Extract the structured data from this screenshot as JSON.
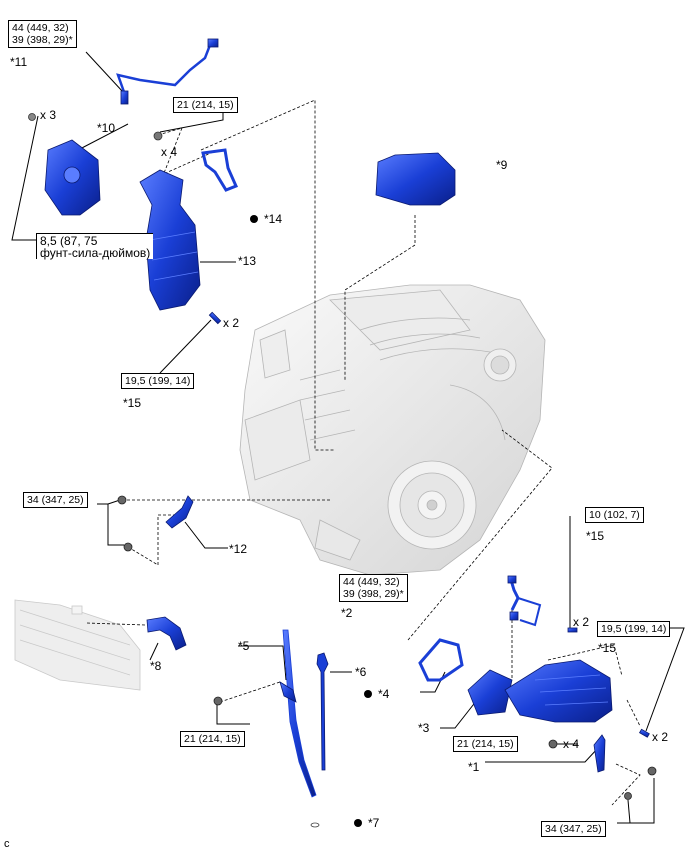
{
  "torque": {
    "t11_line1": "44 (449, 32)",
    "t11_line2": "39 (398, 29)*",
    "t21_top": "21 (214, 15)",
    "t85_line1": "8,5 (87, 75",
    "t85_line2": "фунт-сила-дюймов)",
    "t195_left": "19,5 (199, 14)",
    "t34_left": "34 (347, 25)",
    "t10_right": "10 (102, 7)",
    "t2_line1": "44 (449, 32)",
    "t2_line2": "39 (398, 29)*",
    "t195_right": "19,5 (199, 14)",
    "t21_left": "21 (214, 15)",
    "t21_right": "21 (214, 15)",
    "t34_right": "34 (347, 25)"
  },
  "labels": {
    "n11": "*11",
    "n10": "*10",
    "n13": "*13",
    "n14": "*14",
    "n15a": "*15",
    "n9": "*9",
    "n12": "*12",
    "n8": "*8",
    "n5": "*5",
    "n6": "*6",
    "n4": "*4",
    "n3": "*3",
    "n2": "*2",
    "n15b": "*15",
    "n15c": "*15",
    "n1": "*1",
    "n7": "*7"
  },
  "quantities": {
    "q_x3": "x 3",
    "q_x4_top": "x 4",
    "q_x2_left": "x 2",
    "q_x2_r1": "x 2",
    "q_x2_r2": "x 2",
    "q_x4_bottom": "x 4"
  },
  "corner_mark": "c",
  "colors": {
    "part_blue": "#1a3fd6",
    "engine_gray": "#e4e4e4",
    "line": "#000000"
  }
}
